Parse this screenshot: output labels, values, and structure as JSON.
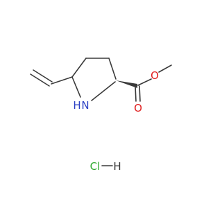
{
  "molecule": {
    "atoms": {
      "nh": "N",
      "nh_h": "H",
      "carbonyl_o": "O",
      "ester_o": "O",
      "cl": "Cl",
      "hcl_h": "H"
    },
    "colors": {
      "bond": "#3a3a3a",
      "nitrogen": "#2b3fc4",
      "oxygen": "#e02020",
      "chlorine": "#2fa82f"
    }
  }
}
